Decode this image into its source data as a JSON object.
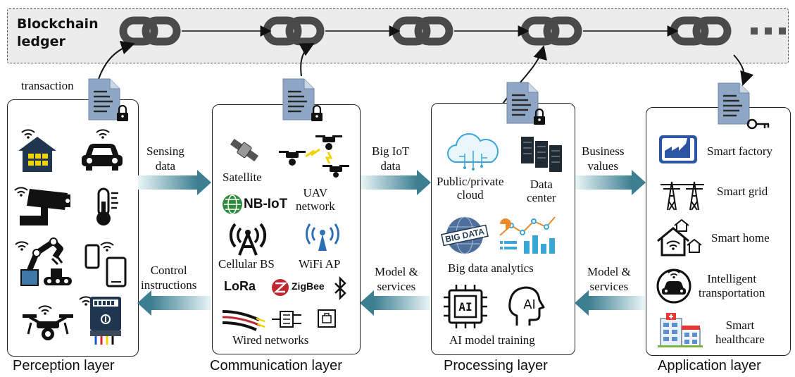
{
  "ledger": {
    "title": "Blockchain\nledger",
    "more": "···"
  },
  "transaction_label": "transaction",
  "layers": {
    "perception": {
      "title": "Perception layer"
    },
    "communication": {
      "title": "Communication layer",
      "items": {
        "satellite": "Satellite",
        "uav": "UAV\nnetwork",
        "nbiot": "NB-IoT",
        "cellular": "Cellular BS",
        "wifi": "WiFi AP",
        "lora": "LoRa",
        "zigbee": "ZigBee",
        "wired": "Wired networks"
      }
    },
    "processing": {
      "title": "Processing layer",
      "items": {
        "cloud": "Public/private\ncloud",
        "datacenter": "Data\ncenter",
        "bigdata": "Big data analytics",
        "bigdata_badge": "BIG DATA",
        "ai": "AI model training",
        "ai_chip": "AI",
        "ai_head": "AI"
      }
    },
    "application": {
      "title": "Application layer",
      "items": [
        "Smart factory",
        "Smart grid",
        "Smart home",
        "Intelligent\ntransportation",
        "Smart\nhealthcare"
      ]
    }
  },
  "flows": {
    "sensing": "Sensing\ndata",
    "bigiot": "Big IoT\ndata",
    "business": "Business\nvalues",
    "control": "Control\ninstructions",
    "model1": "Model &\nservices",
    "model2": "Model &\nservices"
  },
  "colors": {
    "chain": "#4a4a4a",
    "ledger_bg": "#ececec",
    "doc": "#8fa7c4",
    "arrow_dark": "#3d7f91",
    "arrow_light": "#d9eef2",
    "icon_navy": "#1f3550",
    "accent_yellow": "#f1d300",
    "nbiot_green": "#2e8b3d",
    "wifi_blue": "#2e6fb6",
    "zigbee_red": "#c0262d",
    "factory_blue": "#2b55a4"
  }
}
